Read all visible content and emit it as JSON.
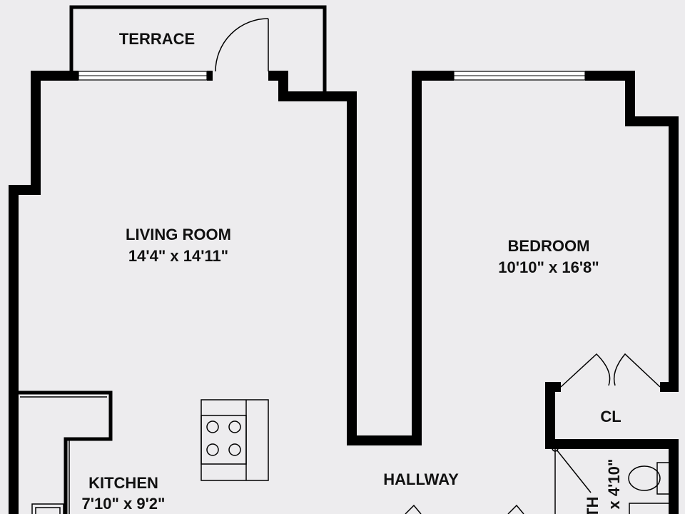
{
  "rooms": {
    "terrace": {
      "name": "TERRACE"
    },
    "living_room": {
      "name": "LIVING ROOM",
      "dimensions": "14'4\" x 14'11\""
    },
    "bedroom": {
      "name": "BEDROOM",
      "dimensions": "10'10\" x 16'8\""
    },
    "closet": {
      "name": "CL"
    },
    "kitchen": {
      "name": "KITCHEN",
      "dimensions": "7'10\" x 9'2\""
    },
    "hallway": {
      "name": "HALLWAY"
    },
    "bath": {
      "name": "BATH",
      "dimensions": "\" x 4'10\""
    }
  },
  "colors": {
    "background": "#edecee",
    "wall": "#000000",
    "window": "#ffffff"
  }
}
